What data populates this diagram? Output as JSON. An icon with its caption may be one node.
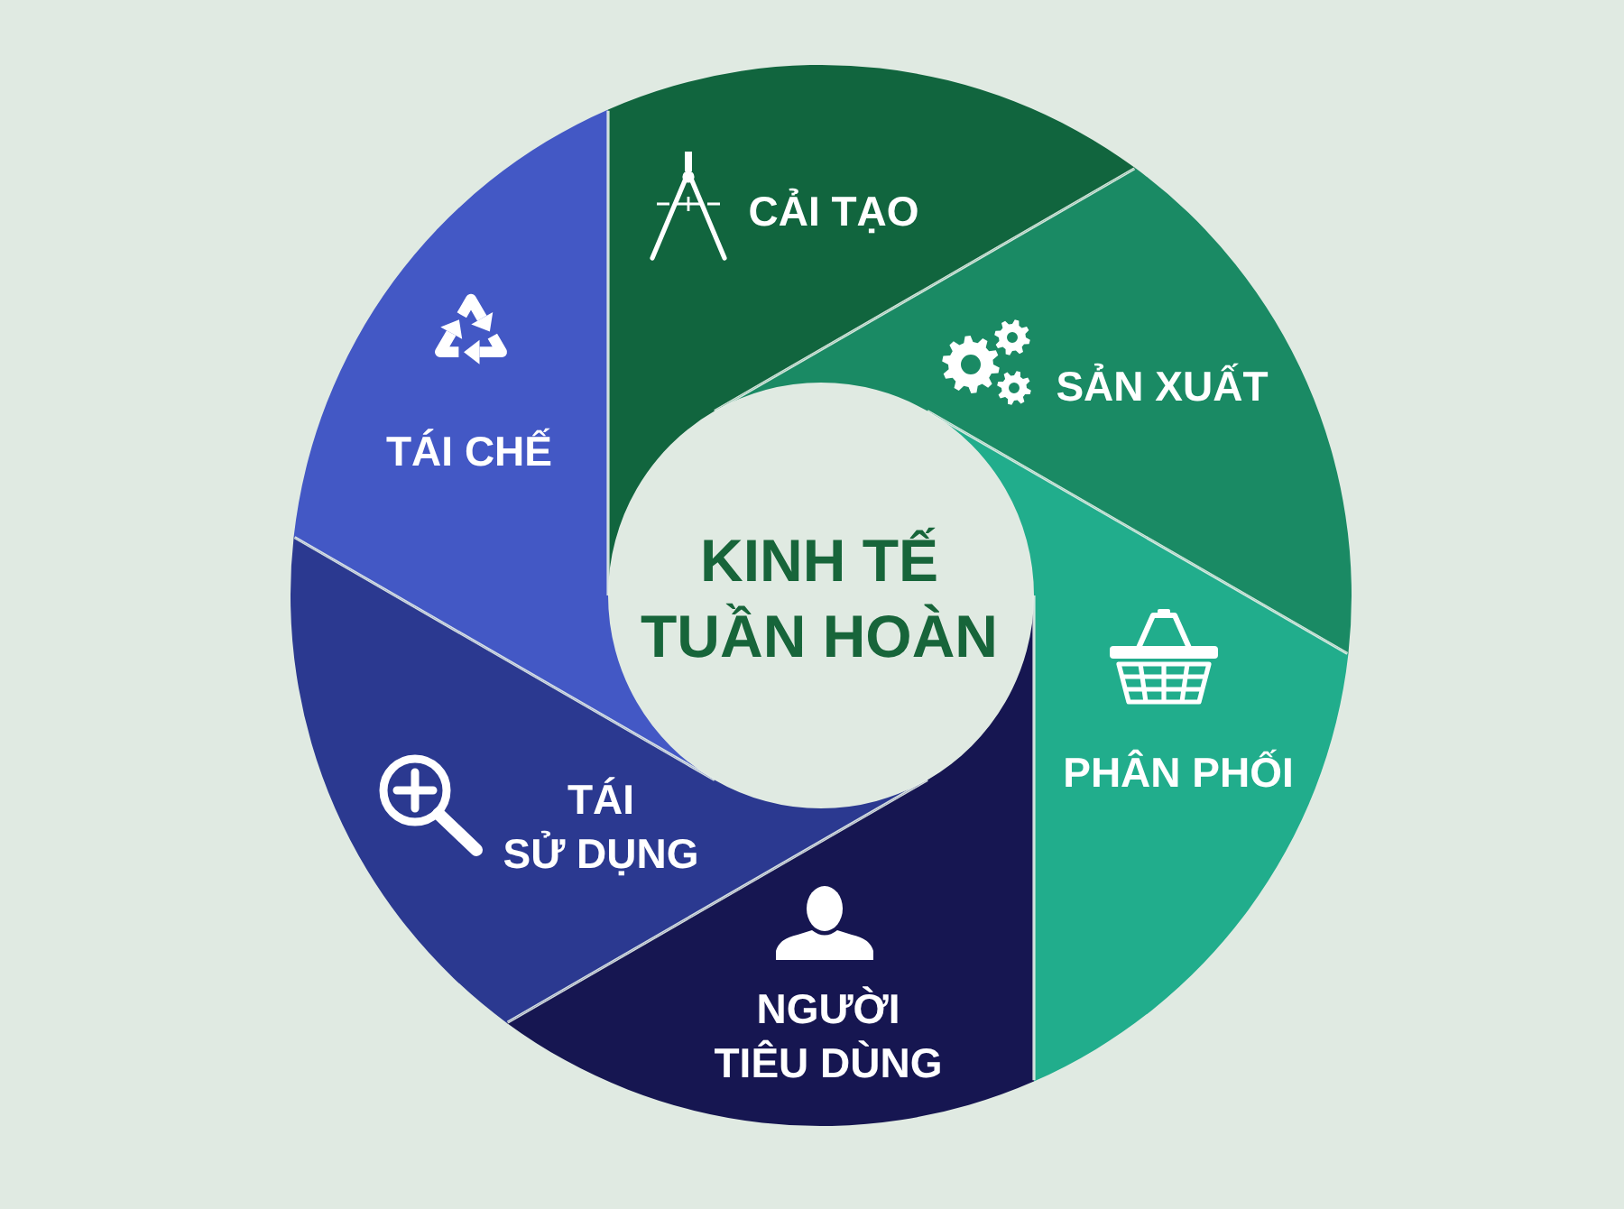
{
  "diagram": {
    "nodes": [
      {
        "text": [
          "KINH TẾ TUẦN HOÀN"
        ]
      },
      {
        "text": [
          "CẢI TẠO"
        ]
      },
      {
        "text": [
          "SẢN XUẤT"
        ]
      },
      {
        "text": [
          "PHÂN PHỐI"
        ]
      },
      {
        "text": [
          "NGƯỜI TIÊU DÙNG"
        ]
      },
      {
        "text": [
          "TÁI SỬ DỤNG"
        ]
      },
      {
        "text": [
          "TÁI CHẾ"
        ]
      }
    ]
  }
}
